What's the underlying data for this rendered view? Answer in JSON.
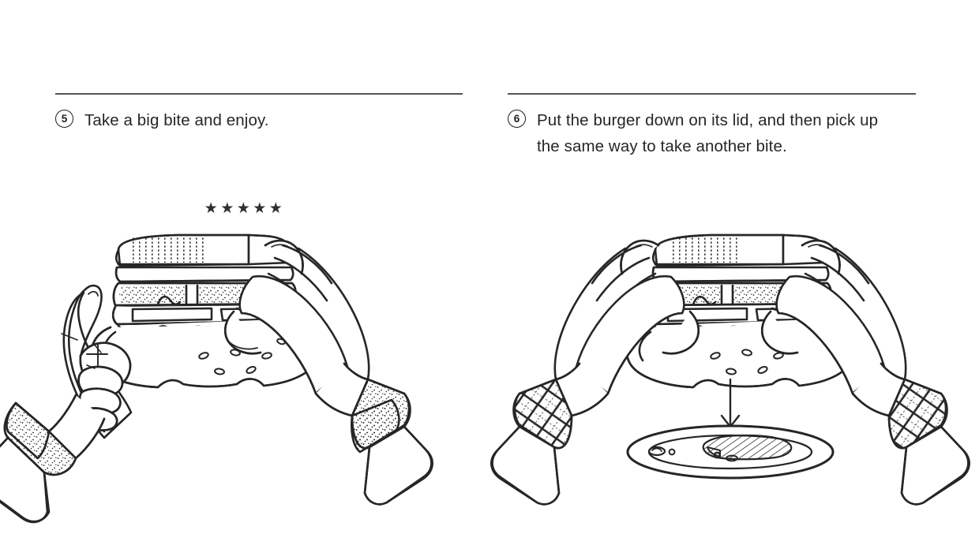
{
  "document": {
    "title": "How to eat a burger — steps 5 and 6",
    "background_color": "#ffffff",
    "ink_color": "#262626",
    "rule_color": "#555555"
  },
  "panels": [
    {
      "id": "step-5",
      "number": "5",
      "text": "Take a big bite and enjoy.",
      "rating": {
        "stars_filled": "★★★★★",
        "count": 5
      },
      "illustration": {
        "name": "two-hands-holding-bitten-burger-with-thumbs-up",
        "elements": [
          "left-hand-thumbs-up",
          "right-hand-supporting",
          "inverted-burger",
          "sesame-seed-bun-bottom",
          "stippled-shirt-cuffs"
        ]
      }
    },
    {
      "id": "step-6",
      "number": "6",
      "text": "Put the burger down on its lid, and then pick up the same way to take another bite.",
      "illustration": {
        "name": "two-hands-lowering-burger-onto-plate",
        "elements": [
          "left-hand-holding",
          "right-hand-holding",
          "inverted-burger",
          "down-arrow",
          "oval-plate-with-food-scraps",
          "plaid-shirt-cuffs"
        ]
      }
    }
  ]
}
